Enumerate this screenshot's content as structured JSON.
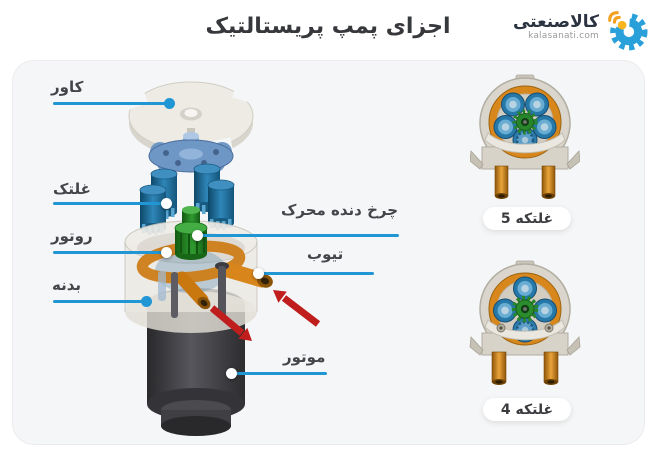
{
  "header": {
    "title": "اجزای پمپ پریستالتیک",
    "logo": {
      "name": "کالاصنعتی",
      "domain": "kalasanati.com"
    }
  },
  "diagram": {
    "labels": {
      "cover": "کاور",
      "roller": "غلتک",
      "rotor": "روتور",
      "body": "بدنه",
      "drive_gear": "چرخ دنده محرک",
      "tube": "تیوب",
      "motor": "موتور"
    },
    "variants": [
      {
        "label": "5 غلتکه"
      },
      {
        "label": "4 غلتکه"
      }
    ],
    "colors": {
      "leader_line": "#2196d4",
      "roller_blue": "#2e7fae",
      "gear_green": "#2e8b2e",
      "tube_orange": "#d8871c",
      "motor_gray": "#3f3f43",
      "arrow_red": "#c01d1d",
      "panel_bg": "#f5f6f7"
    }
  }
}
